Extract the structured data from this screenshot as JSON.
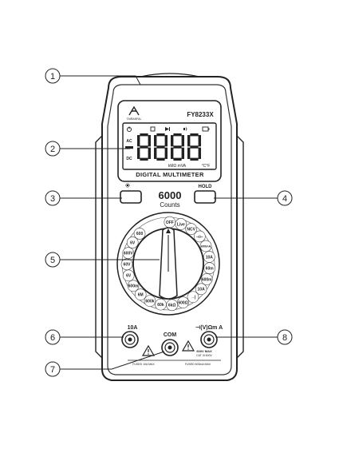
{
  "meter": {
    "brand": "TAIRANFAL",
    "model": "FY8233X",
    "title": "DIGITAL MULTIMETER",
    "counts_value": "6000",
    "counts_label": "Counts",
    "hold_label": "HOLD",
    "reading": "8888",
    "lcd": {
      "ac": "AC",
      "dc": "DC",
      "units": "kMΩ mVA",
      "temp": "°C°F",
      "minus": "-"
    }
  },
  "dial": {
    "positions": [
      "OFF",
      "Live",
      "NCV",
      "⊣⊢",
      "600mA",
      "10A",
      "60m",
      "600m",
      "10A",
      "→|",
      "600Ω",
      "6kΩ",
      "60k",
      "600k",
      "6M",
      "600m",
      "6V",
      "60V",
      "600V",
      "6V",
      "600"
    ]
  },
  "terminals": {
    "left_label": "10A",
    "com_label": "COM",
    "right_label": "⊣(V)Ωm A",
    "left_fuse": "FUSED 10A MAX",
    "right_fuse": "FUSED 600mA MAX",
    "cat_rating": "600V MAX",
    "cat_label": "CAT III 600V"
  },
  "callouts": [
    "1",
    "2",
    "3",
    "4",
    "5",
    "6",
    "7",
    "8"
  ]
}
